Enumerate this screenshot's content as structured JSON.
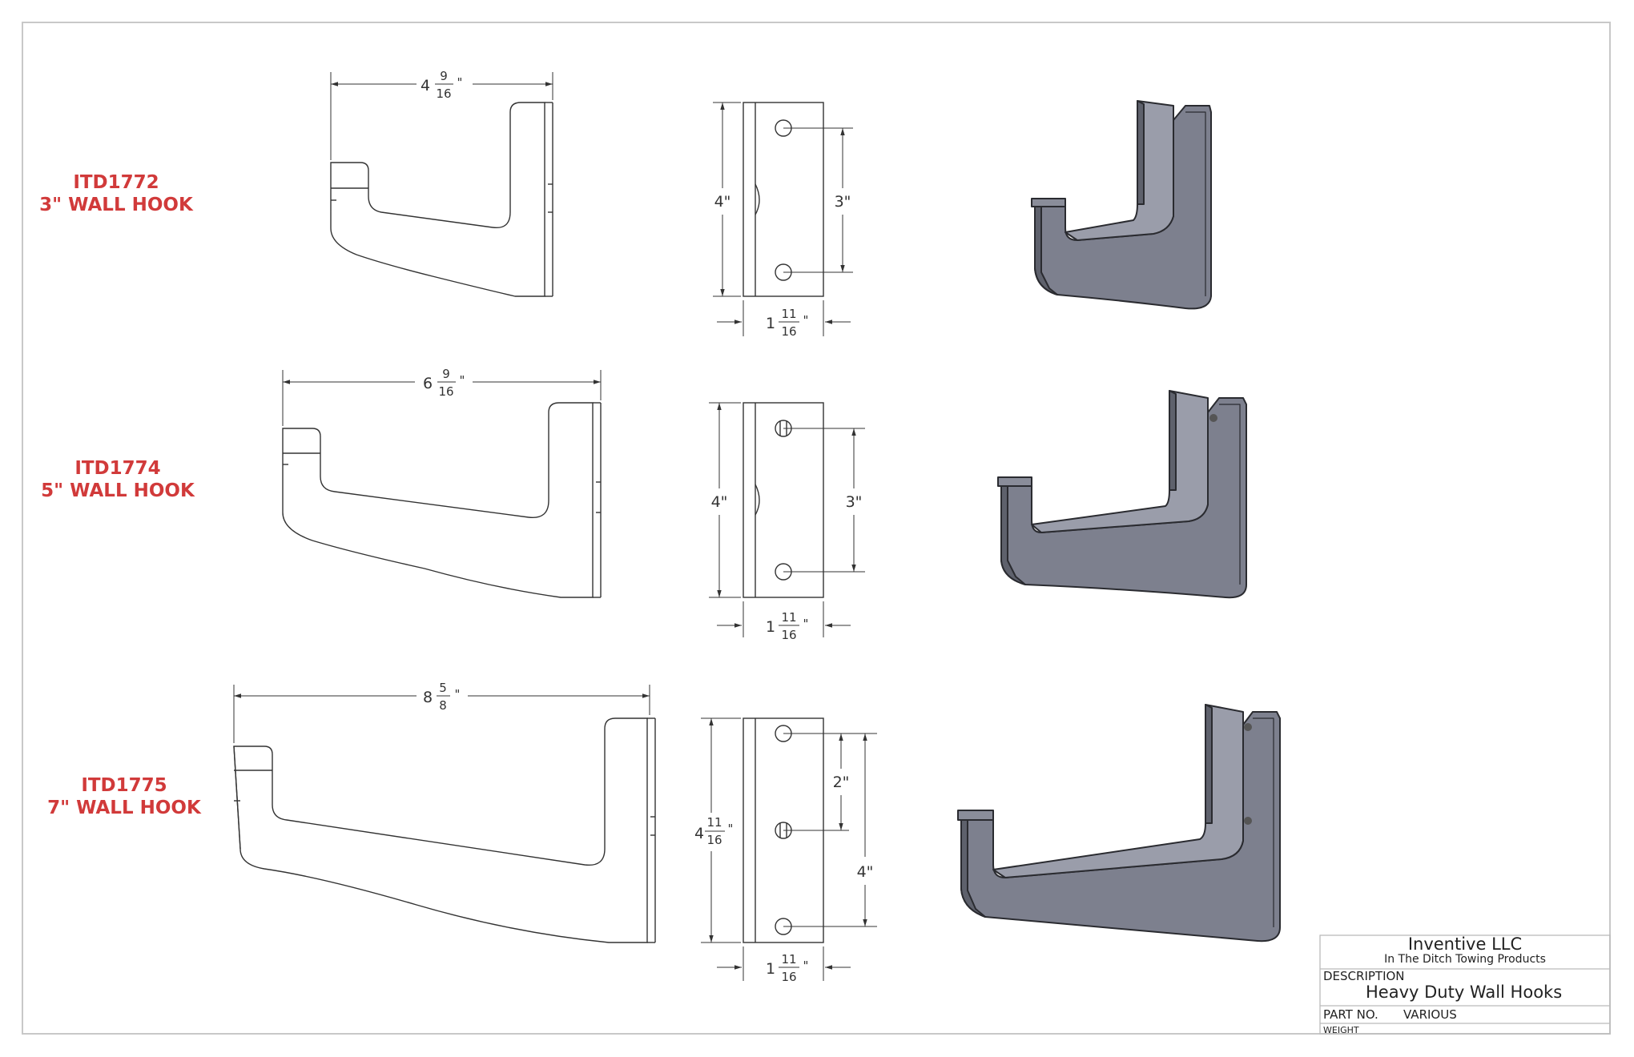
{
  "parts": [
    {
      "number": "ITD1772",
      "name": "3\" WALL HOOK",
      "width": {
        "whole": "4",
        "num": "9",
        "den": "16"
      },
      "height": "4\"",
      "hole_spacing": "3\"",
      "plate_width": {
        "whole": "1",
        "num": "11",
        "den": "16"
      }
    },
    {
      "number": "ITD1774",
      "name": "5\" WALL HOOK",
      "width": {
        "whole": "6",
        "num": "9",
        "den": "16"
      },
      "height": "4\"",
      "hole_spacing": "3\"",
      "plate_width": {
        "whole": "1",
        "num": "11",
        "den": "16"
      }
    },
    {
      "number": "ITD1775",
      "name": "7\" WALL HOOK",
      "width": {
        "whole": "8",
        "num": "5",
        "den": "8"
      },
      "height": {
        "whole": "4",
        "num": "11",
        "den": "16"
      },
      "hole_spacing_upper": "2\"",
      "hole_spacing": "4\"",
      "plate_width": {
        "whole": "1",
        "num": "11",
        "den": "16"
      }
    }
  ],
  "title_block": {
    "company": "Inventive LLC",
    "subtitle": "In The Ditch Towing Products",
    "description_label": "DESCRIPTION",
    "description": "Heavy Duty Wall Hooks",
    "part_no_label": "PART NO.",
    "part_no": "VARIOUS",
    "weight_label": "WEIGHT"
  },
  "colors": {
    "label_red": "#d13a3a",
    "line": "#333333",
    "iso_fill": "#7d808e",
    "iso_edge": "#2a2b30"
  }
}
